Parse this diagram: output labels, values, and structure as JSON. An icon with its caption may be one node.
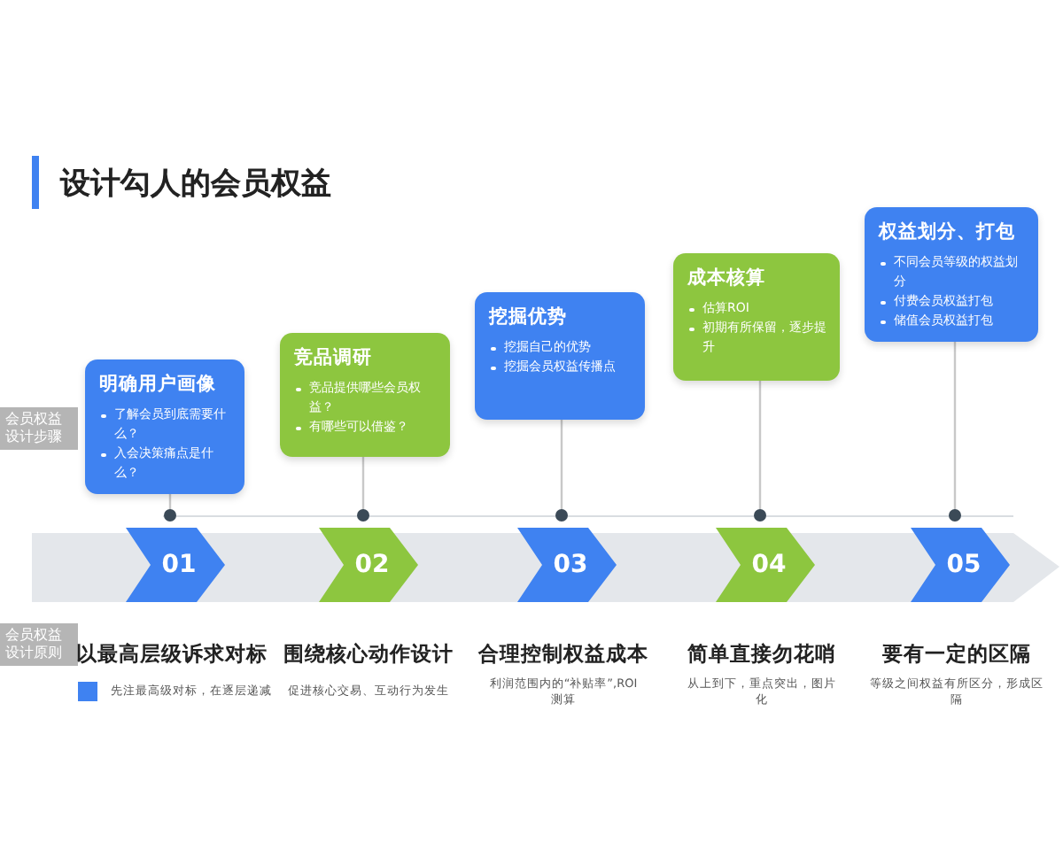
{
  "diagram": {
    "title": "设计勾人的会员权益",
    "nodes": [
      {
        "text": [
          "会员权益设计步骤"
        ]
      },
      {
        "text": [
          "明确用户画像",
          "了解会员到底需要什么？",
          "入会决策痛点是什么？"
        ]
      },
      {
        "text": [
          "竞品调研",
          "竞品提供哪些会员权益？",
          "有哪些可以借鉴？"
        ]
      },
      {
        "text": [
          "挖掘优势",
          "挖掘自己的优势",
          "挖掘会员权益传播点"
        ]
      },
      {
        "text": [
          "成本核算",
          "估算ROI",
          "初期有所保留，逐步提升"
        ]
      },
      {
        "text": [
          "权益划分、打包",
          "不同会员等级的权益划分",
          "付费会员权益打包",
          "储值会员权益打包"
        ]
      },
      {
        "text": [
          "01"
        ]
      },
      {
        "text": [
          "02"
        ]
      },
      {
        "text": [
          "03"
        ]
      },
      {
        "text": [
          "04"
        ]
      },
      {
        "text": [
          "05"
        ]
      },
      {
        "text": [
          "会员权益设计原则"
        ]
      }
    ],
    "edges": [
      {
        "from": 1,
        "to": 6,
        "arrow": "other"
      },
      {
        "from": 2,
        "to": 7,
        "arrow": "other"
      },
      {
        "from": 3,
        "to": 8,
        "arrow": "other"
      },
      {
        "from": 4,
        "to": 9,
        "arrow": "other"
      },
      {
        "from": 5,
        "to": 10,
        "arrow": "other"
      }
    ],
    "labels": [
      "以最高层级诉求对标",
      "先注最高级对标，在逐层递减",
      "围绕核心动作设计",
      "促进核心交易、互动行为发生",
      "合理控制权益成本",
      "利润范围内的“补贴率”,ROI测算",
      "简单直接勿花哨",
      "从上到下，重点突出，图片化",
      "要有一定的区隔",
      "等级之间权益有所区分，形成区隔"
    ]
  }
}
